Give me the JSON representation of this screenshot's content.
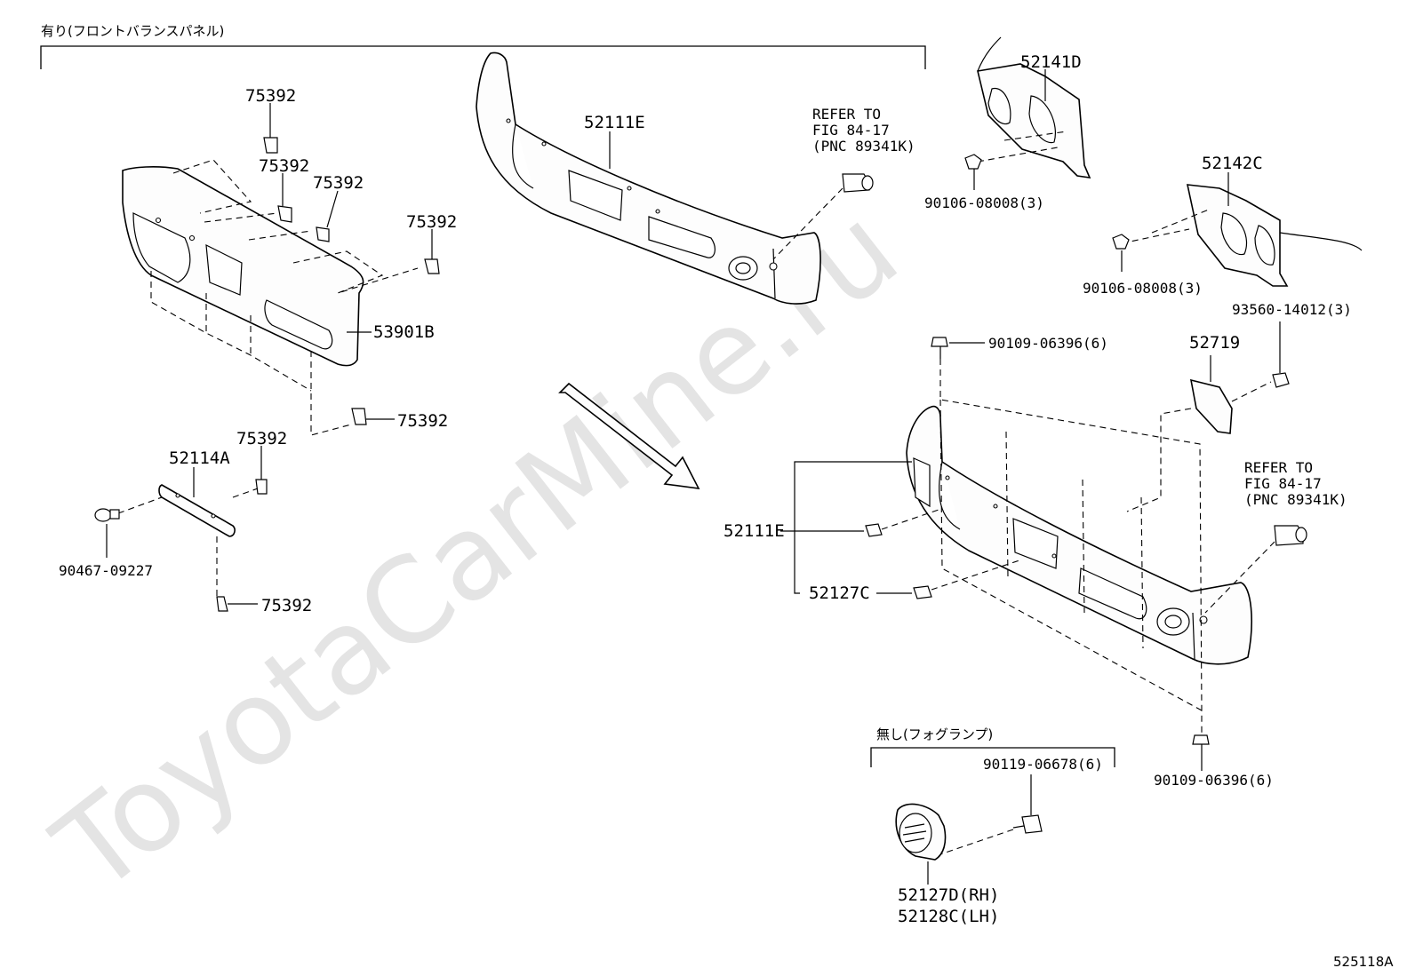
{
  "watermark": "ToyotaCarMine.ru",
  "figure_code": "525118A",
  "groups": {
    "with_front_valance": "有り(フロントバランスパネル)",
    "without_fog_lamp": "無し(フォグランプ)"
  },
  "labels": {
    "clip_75392_a": "75392",
    "clip_75392_b": "75392",
    "clip_75392_c": "75392",
    "clip_75392_d": "75392",
    "clip_75392_e": "75392",
    "clip_75392_f": "75392",
    "clip_75392_g": "75392",
    "valance_53901b": "53901B",
    "plate_52114a": "52114A",
    "screw_90467": "90467-09227",
    "bumper_top_52111e": "52111E",
    "bumper_main_52111e": "52111E",
    "cap_52127c": "52127C",
    "bracket_52141d": "52141D",
    "bracket_52142c": "52142C",
    "bolt_90106_a": "90106-08008(3)",
    "bolt_90106_b": "90106-08008(3)",
    "bolt_90109_top": "90109-06396(6)",
    "bolt_90109_bottom": "90109-06396(6)",
    "nut_93560": "93560-14012(3)",
    "cover_52719": "52719",
    "screw_90119": "90119-06678(6)",
    "fog_rh": "52127D(RH)",
    "fog_lh": "52128C(LH)"
  },
  "refer_top": {
    "line1": "REFER TO",
    "line2": "FIG 84-17",
    "line3": "(PNC 89341K)"
  },
  "refer_right": {
    "line1": "REFER TO",
    "line2": "FIG 84-17",
    "line3": "(PNC 89341K)"
  }
}
